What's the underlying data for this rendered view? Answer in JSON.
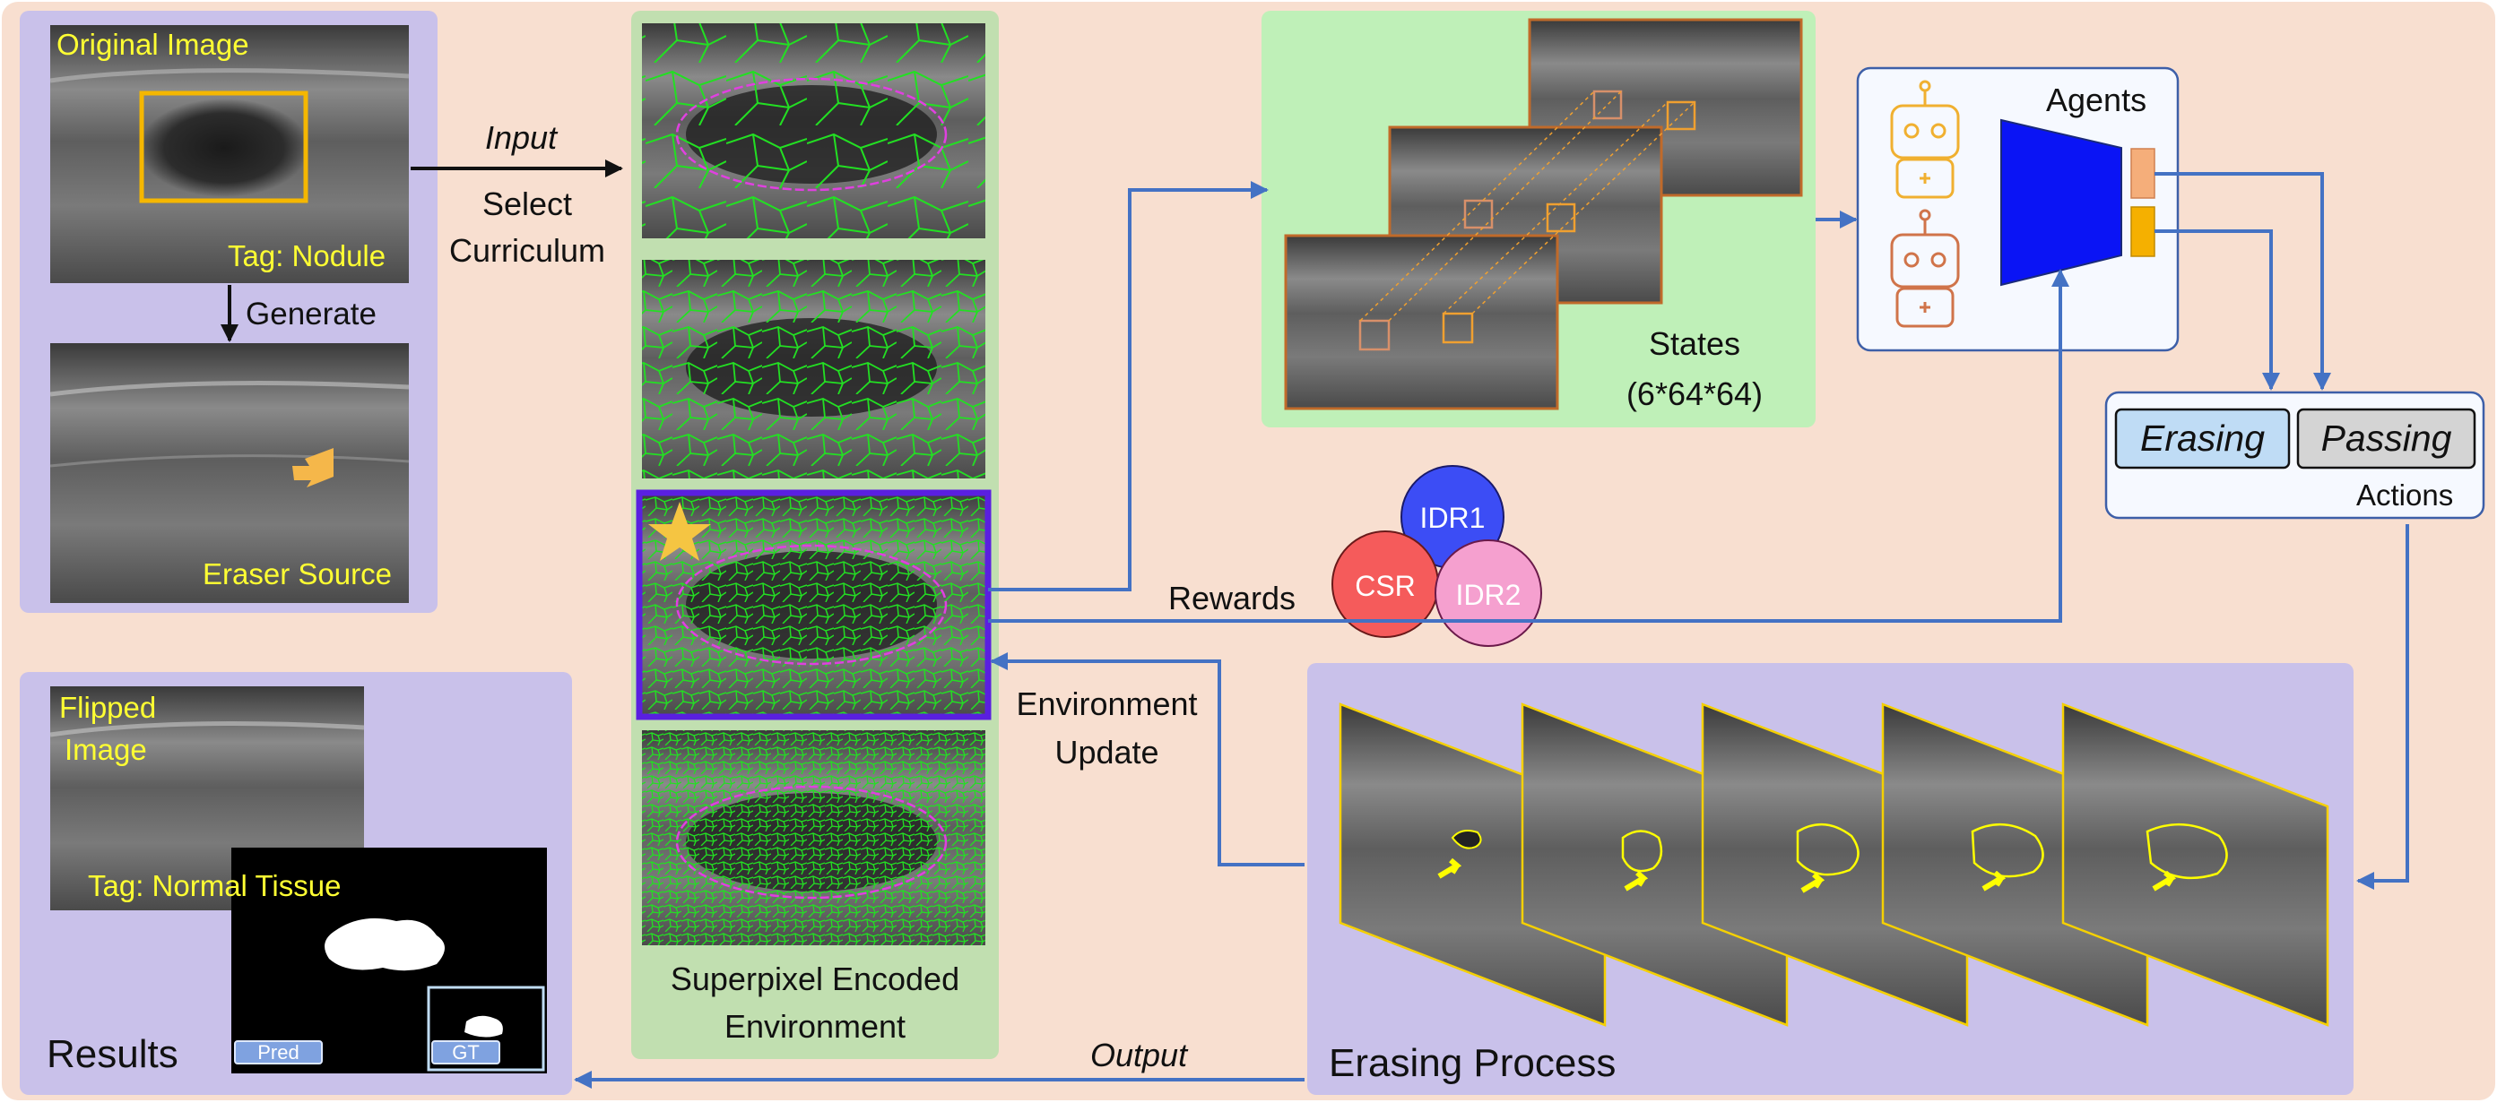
{
  "original_image": {
    "title": "Original Image",
    "tag": "Tag: Nodule"
  },
  "generate_label": "Generate",
  "eraser_source_label": "Eraser Source",
  "input_label": "Input",
  "select_curriculum": [
    "Select",
    "Curriculum"
  ],
  "environment_caption": [
    "Superpixel Encoded",
    "Environment"
  ],
  "states": {
    "label": "States",
    "dims": "(6*64*64)"
  },
  "agents_label": "Agents",
  "actions": {
    "erasing": "Erasing",
    "passing": "Passing",
    "label": "Actions"
  },
  "rewards": {
    "label": "Rewards",
    "idr1": "IDR1",
    "csr": "CSR",
    "idr2": "IDR2"
  },
  "environment_update": [
    "Environment",
    "Update"
  ],
  "erasing_process_label": "Erasing Process",
  "output_label": "Output",
  "results": {
    "title": "Results",
    "flipped": [
      "Flipped",
      "Image"
    ],
    "tag": "Tag: Normal Tissue",
    "pred": "Pred",
    "gt": "GT"
  },
  "colors": {
    "background": "#f8dfd0",
    "purple_panel": "#c9c1ea",
    "green_panel": "#c1dfb0",
    "states_panel": "#bff0b8",
    "arrow_blue": "#4472c4",
    "agent_blue": "#0a14f5",
    "label_yellow": "#ffff33",
    "csr_red": "#f55b5b",
    "idr1_blue": "#3c4df5",
    "idr2_pink": "#f5a0cf"
  }
}
